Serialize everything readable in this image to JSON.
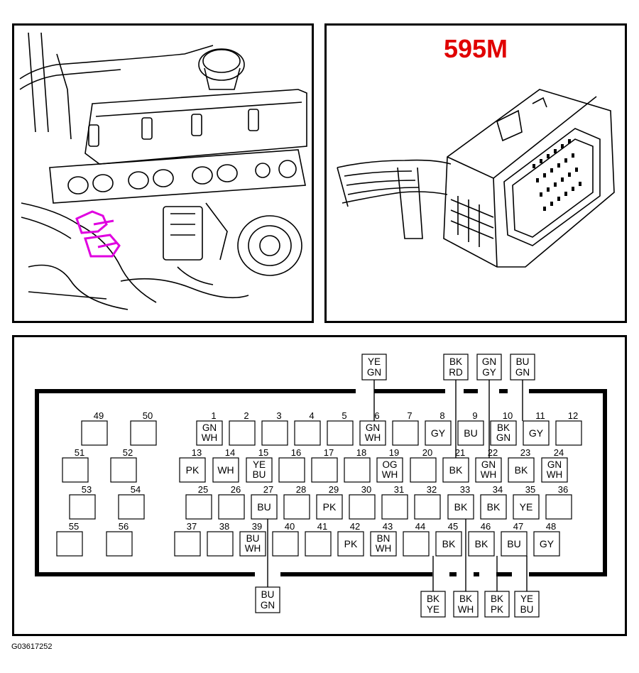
{
  "connector_label": "595M",
  "figure_code": "G03617252",
  "pins": [
    {
      "n": "1",
      "c": [
        "GN",
        "WH"
      ]
    },
    {
      "n": "2",
      "c": []
    },
    {
      "n": "3",
      "c": []
    },
    {
      "n": "4",
      "c": []
    },
    {
      "n": "5",
      "c": []
    },
    {
      "n": "6",
      "c": [
        "GN",
        "WH"
      ]
    },
    {
      "n": "7",
      "c": []
    },
    {
      "n": "8",
      "c": [
        "GY"
      ]
    },
    {
      "n": "9",
      "c": [
        "BU"
      ]
    },
    {
      "n": "10",
      "c": [
        "BK",
        "GN"
      ]
    },
    {
      "n": "11",
      "c": [
        "GY"
      ]
    },
    {
      "n": "12",
      "c": []
    },
    {
      "n": "13",
      "c": [
        "PK"
      ]
    },
    {
      "n": "14",
      "c": [
        "WH"
      ]
    },
    {
      "n": "15",
      "c": [
        "YE",
        "BU"
      ]
    },
    {
      "n": "16",
      "c": []
    },
    {
      "n": "17",
      "c": []
    },
    {
      "n": "18",
      "c": []
    },
    {
      "n": "19",
      "c": [
        "OG",
        "WH"
      ]
    },
    {
      "n": "20",
      "c": []
    },
    {
      "n": "21",
      "c": [
        "BK"
      ]
    },
    {
      "n": "22",
      "c": [
        "GN",
        "WH"
      ]
    },
    {
      "n": "23",
      "c": [
        "BK"
      ]
    },
    {
      "n": "24",
      "c": [
        "GN",
        "WH"
      ]
    },
    {
      "n": "25",
      "c": []
    },
    {
      "n": "26",
      "c": []
    },
    {
      "n": "27",
      "c": [
        "BU"
      ]
    },
    {
      "n": "28",
      "c": []
    },
    {
      "n": "29",
      "c": [
        "PK"
      ]
    },
    {
      "n": "30",
      "c": []
    },
    {
      "n": "31",
      "c": []
    },
    {
      "n": "32",
      "c": []
    },
    {
      "n": "33",
      "c": [
        "BK"
      ]
    },
    {
      "n": "34",
      "c": [
        "BK"
      ]
    },
    {
      "n": "35",
      "c": [
        "YE"
      ]
    },
    {
      "n": "36",
      "c": []
    },
    {
      "n": "37",
      "c": []
    },
    {
      "n": "38",
      "c": []
    },
    {
      "n": "39",
      "c": [
        "BU",
        "WH"
      ]
    },
    {
      "n": "40",
      "c": []
    },
    {
      "n": "41",
      "c": []
    },
    {
      "n": "42",
      "c": [
        "PK"
      ]
    },
    {
      "n": "43",
      "c": [
        "BN",
        "WH"
      ]
    },
    {
      "n": "44",
      "c": []
    },
    {
      "n": "45",
      "c": [
        "BK"
      ]
    },
    {
      "n": "46",
      "c": [
        "BK"
      ]
    },
    {
      "n": "47",
      "c": [
        "BU"
      ]
    },
    {
      "n": "48",
      "c": [
        "GY"
      ]
    },
    {
      "n": "49",
      "c": []
    },
    {
      "n": "50",
      "c": []
    },
    {
      "n": "51",
      "c": []
    },
    {
      "n": "52",
      "c": []
    },
    {
      "n": "53",
      "c": []
    },
    {
      "n": "54",
      "c": []
    },
    {
      "n": "55",
      "c": []
    },
    {
      "n": "56",
      "c": []
    }
  ],
  "callouts": [
    {
      "pin": "6",
      "c": [
        "YE",
        "GN"
      ],
      "side": "top"
    },
    {
      "pin": "21",
      "c": [
        "BK",
        "RD"
      ],
      "side": "top"
    },
    {
      "pin": "22",
      "c": [
        "GN",
        "GY"
      ],
      "side": "top"
    },
    {
      "pin": "10",
      "c": [
        "BU",
        "GN"
      ],
      "side": "top"
    },
    {
      "pin": "27",
      "c": [
        "BU",
        "GN"
      ],
      "side": "bottom"
    },
    {
      "pin": "45",
      "c": [
        "BK",
        "YE"
      ],
      "side": "bottom"
    },
    {
      "pin": "33",
      "c": [
        "BK",
        "WH"
      ],
      "side": "bottom"
    },
    {
      "pin": "46",
      "c": [
        "BK",
        "PK"
      ],
      "side": "bottom"
    },
    {
      "pin": "47",
      "c": [
        "YE",
        "BU"
      ],
      "side": "bottom"
    }
  ],
  "colors": {
    "title": "#e00000",
    "highlight": "#e000e0",
    "line": "#000000"
  }
}
